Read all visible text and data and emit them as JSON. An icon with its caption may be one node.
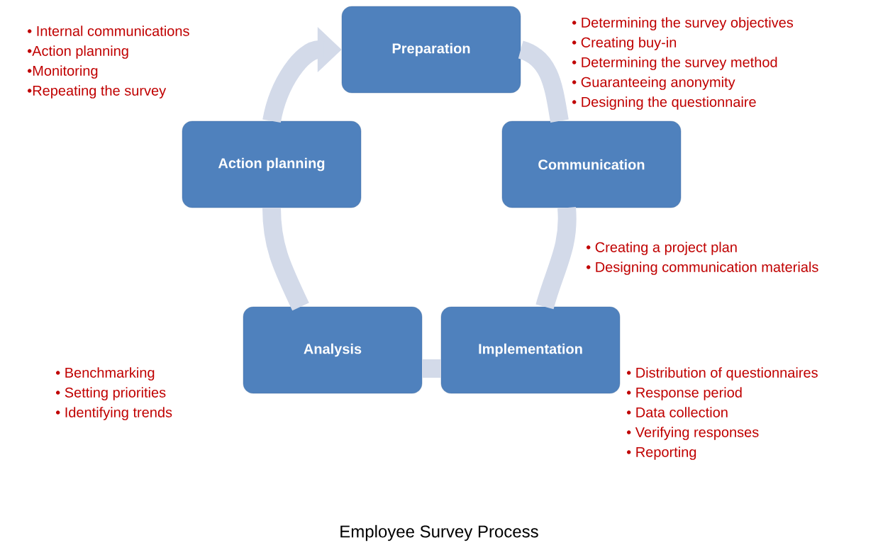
{
  "diagram": {
    "caption": "Employee Survey Process",
    "nodes": [
      {
        "text": [
          "Preparation"
        ],
        "beside": [
          "• Determining the survey objectives",
          "• Creating buy-in",
          "• Determining the survey method",
          "• Guaranteeing anonymity",
          "• Designing the questionnaire"
        ]
      },
      {
        "text": [
          "Communication"
        ],
        "beside": [
          "• Creating a project plan",
          "• Designing communication materials"
        ]
      },
      {
        "text": [
          "Implementation"
        ],
        "beside": [
          "• Distribution of questionnaires",
          "• Response period",
          "• Data collection",
          "• Verifying responses",
          "• Reporting"
        ]
      },
      {
        "text": [
          "Analysis"
        ],
        "beside": [
          "• Benchmarking",
          "• Setting priorities",
          "•  Identifying trends"
        ]
      },
      {
        "text": [
          "Action planning"
        ],
        "beside": [
          "• Internal communications",
          "•Action planning",
          "•Monitoring",
          "•Repeating the survey"
        ]
      }
    ],
    "edges": [
      {
        "from": 0,
        "to": 1,
        "arrow": "none"
      },
      {
        "from": 1,
        "to": 2,
        "arrow": "none"
      },
      {
        "from": 2,
        "to": 3,
        "arrow": "none"
      },
      {
        "from": 3,
        "to": 4,
        "arrow": "none"
      },
      {
        "from": 4,
        "to": 0,
        "arrow": "to"
      }
    ]
  }
}
